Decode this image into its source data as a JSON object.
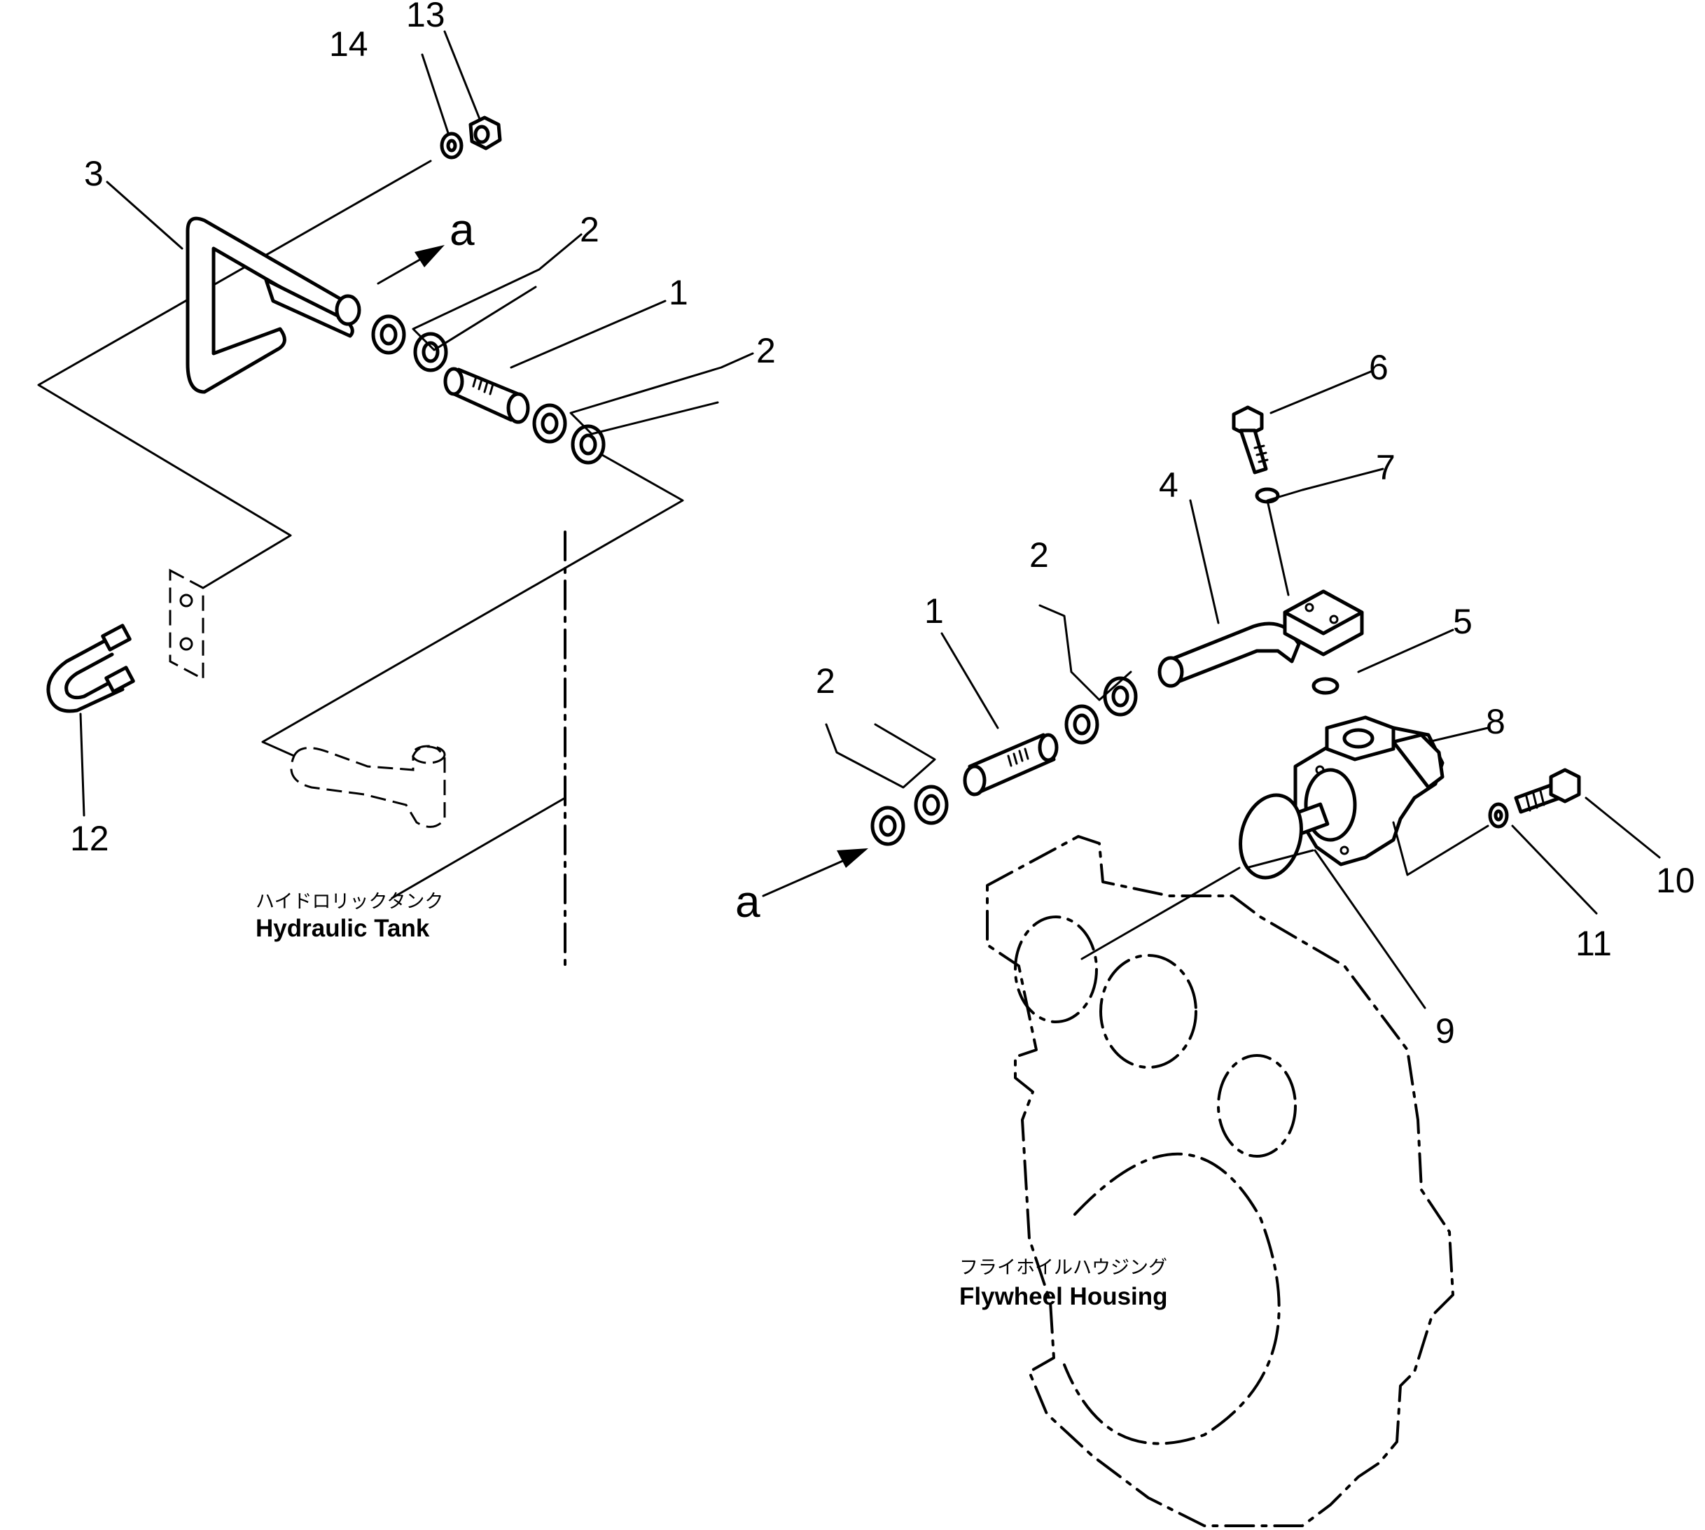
{
  "callouts": {
    "c1_upper": "1",
    "c1_lower": "1",
    "c2_upper_a": "2",
    "c2_upper_b": "2",
    "c2_lower_a": "2",
    "c2_lower_b": "2",
    "c3": "3",
    "c4": "4",
    "c5": "5",
    "c6": "6",
    "c7": "7",
    "c8": "8",
    "c9": "9",
    "c10": "10",
    "c11": "11",
    "c12": "12",
    "c13": "13",
    "c14": "14"
  },
  "connection": {
    "upper_letter": "a",
    "lower_letter": "a"
  },
  "labels": {
    "hydraulic_tank_jp": "ハイドロリックタンク",
    "hydraulic_tank_en": "Hydraulic Tank",
    "flywheel_housing_jp": "フライホイルハウジング",
    "flywheel_housing_en": "Flywheel Housing"
  }
}
